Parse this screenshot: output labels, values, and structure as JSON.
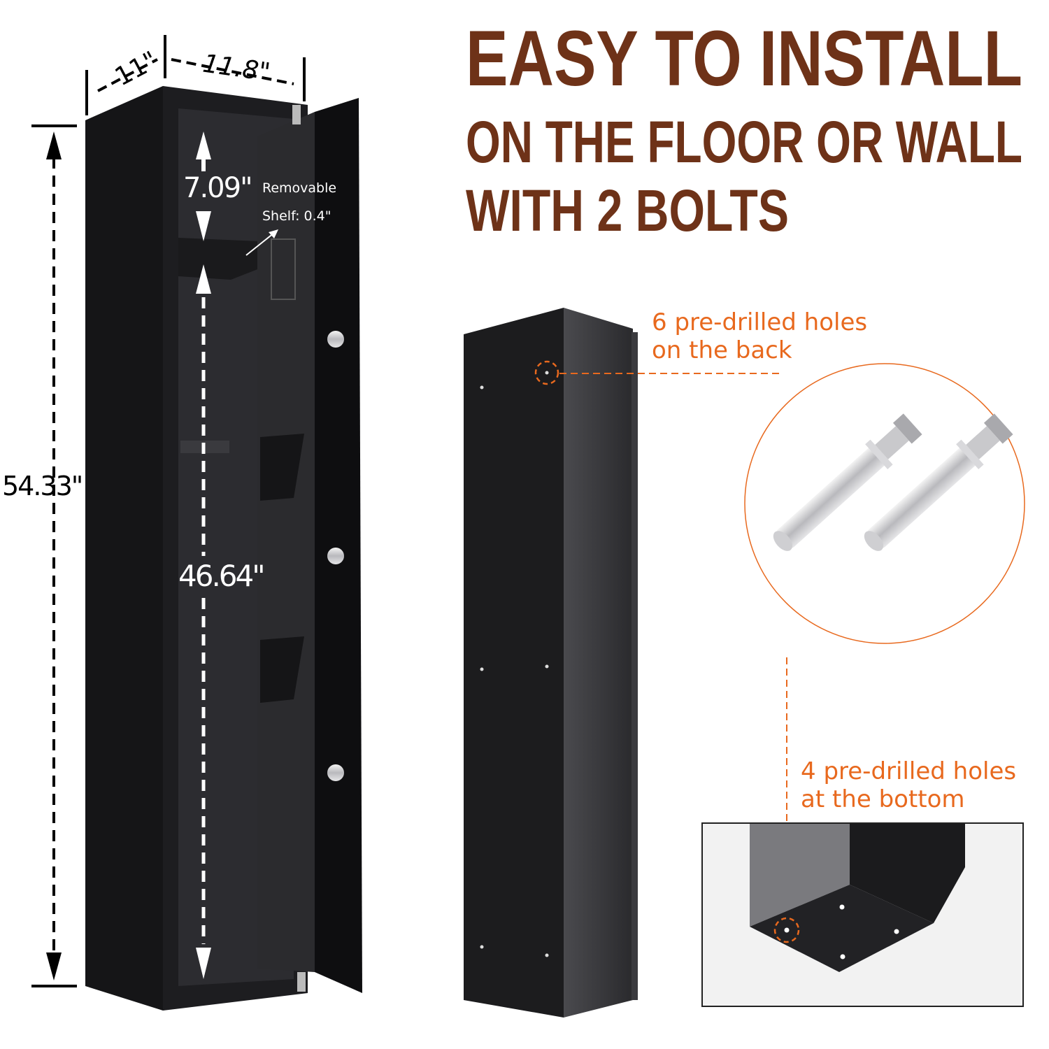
{
  "headline": {
    "line1": "EASY TO INSTALL",
    "line2": "ON THE FLOOR OR WALL",
    "line3": "WITH 2 BOLTS"
  },
  "dimensions": {
    "depth": "11\"",
    "width": "11.8\"",
    "height": "54.33\"",
    "top_compartment": "7.09\"",
    "shelf_label": "Removable",
    "shelf_thickness": "Shelf: 0.4\"",
    "lower_compartment": "46.64\""
  },
  "callouts": {
    "back_holes_line1": "6 pre-drilled holes",
    "back_holes_line2": "on the back",
    "bottom_holes_line1": "4 pre-drilled holes",
    "bottom_holes_line2": "at the bottom"
  },
  "colors": {
    "headline": "#6e3218",
    "accent": "#e8691e",
    "safe": "#1c1c1e"
  }
}
